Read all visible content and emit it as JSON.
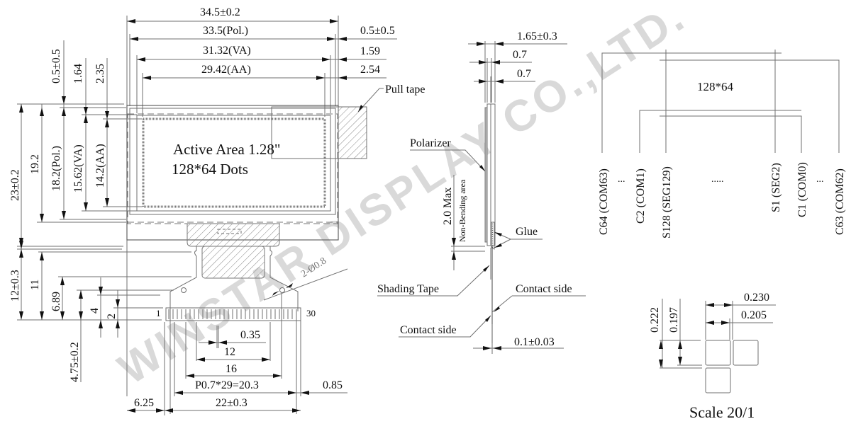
{
  "watermark": "WINSTAR DISPLAY CO.,LTD.",
  "front_view": {
    "active_area_title": "Active Area 1.28\"",
    "active_area_dots": "128*64 Dots",
    "pull_tape_label": "Pull tape",
    "hole_label": "2-Ø0.8",
    "pin_first": "1",
    "pin_last": "30",
    "horizontal_dims": {
      "outline": "34.5±0.2",
      "polarizer": "33.5(Pol.)",
      "viewing_area": "31.32(VA)",
      "active_area": "29.42(AA)",
      "right_offset_1": "0.5±0.5",
      "right_offset_2": "1.59",
      "right_offset_3": "2.54"
    },
    "vertical_dims": {
      "top_offset_1": "0.5±0.5",
      "top_offset_2": "1.64",
      "top_offset_3": "2.35",
      "outline": "23±0.2",
      "glass": "19.2",
      "polarizer": "18.2(Pol.)",
      "viewing_area": "15.62(VA)",
      "active_area": "14.2(AA)"
    },
    "fpc_dims": {
      "fpc_length": "12±0.3",
      "d11": "11",
      "d689": "6.89",
      "d4": "4",
      "d2": "2",
      "d475": "4.75±0.2",
      "pin_width": "0.35",
      "d12": "12",
      "d16": "16",
      "pitch": "P0.7*29=20.3",
      "edge": "0.85",
      "fpc_width": "22±0.3",
      "left_offset": "6.25"
    }
  },
  "side_view": {
    "thickness": "1.65±0.3",
    "layer_1": "0.7",
    "layer_2": "0.7",
    "polarizer_label": "Polarizer",
    "non_bending_max": "2.0 Max",
    "non_bending_label": "Non-Bending area",
    "glue_label": "Glue",
    "shading_tape_label": "Shading Tape",
    "contact_side_top": "Contact side",
    "contact_side_bottom": "Contact side",
    "fpc_thickness": "0.1±0.03"
  },
  "pin_map": {
    "resolution": "128*64",
    "pins": [
      "C64 (COM63)",
      "C2 (COM1)",
      "S128 (SEG129)",
      "S1 (SEG2)",
      "C1 (COM0)",
      "C63 (COM62)"
    ],
    "ellipsis_short": "...",
    "ellipsis_long": "....."
  },
  "pixel_detail": {
    "pitch_h": "0.230",
    "size_h": "0.205",
    "pitch_v": "0.222",
    "size_v": "0.197",
    "scale": "Scale 20/1"
  }
}
